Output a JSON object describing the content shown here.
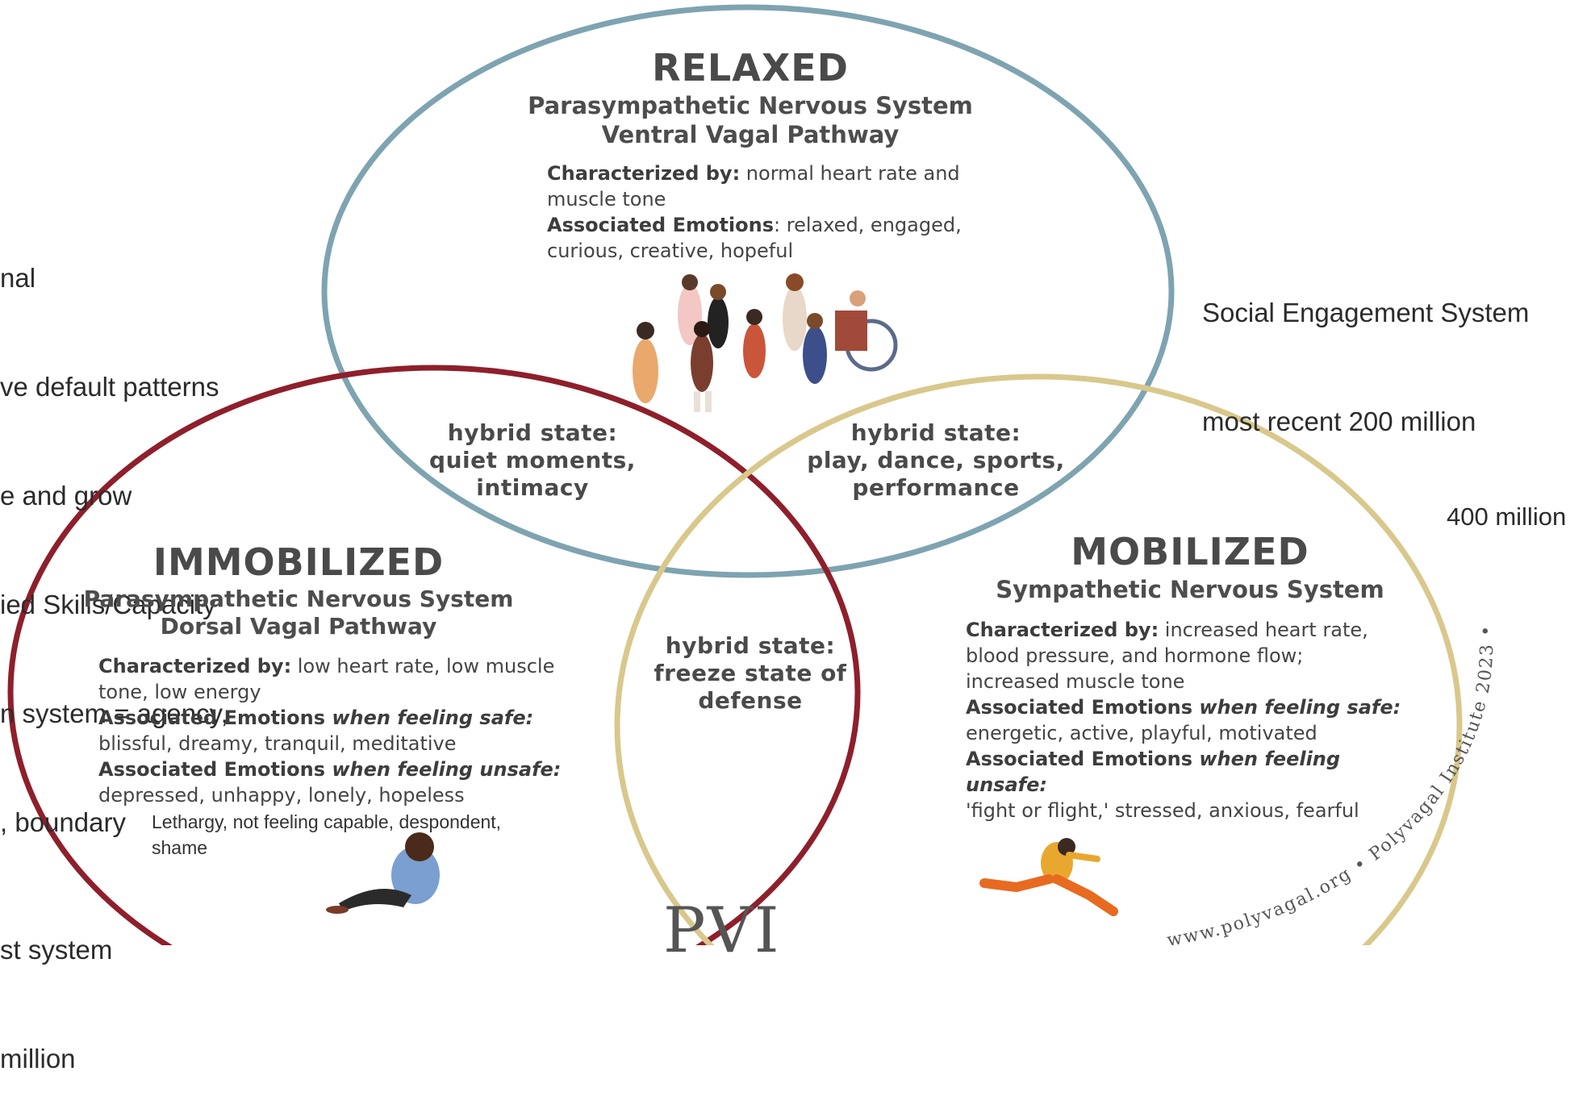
{
  "left_note": [
    "nal",
    "ve default patterns",
    "e and grow",
    "ied Skills/Capacity",
    "n system = agency,",
    ", boundary"
  ],
  "bottom_left_note": [
    "st system",
    "million"
  ],
  "right_note": {
    "line1": "Social Engagement System",
    "line2": "most recent 200 million"
  },
  "mobilized_age": "400 million",
  "relaxed": {
    "title": "RELAXED",
    "subtitle1": "Parasympathetic Nervous System",
    "subtitle2": "Ventral Vagal Pathway",
    "char_label": "Characterized by:",
    "char_text_a": " normal heart rate and",
    "char_text_b": "muscle tone",
    "emo_label": "Associated Emotions",
    "emo_text_a": ": relaxed, engaged,",
    "emo_text_b": "curious, creative, hopeful"
  },
  "immobilized": {
    "title": "IMMOBILIZED",
    "subtitle1": "Parasympathetic Nervous System",
    "subtitle2": "Dorsal Vagal Pathway",
    "char_label": "Characterized by:",
    "char_text_a": " low heart rate, low muscle",
    "char_text_b": "tone, low energy",
    "safe_label": "Associated Emotions ",
    "safe_em": "when feeling safe:",
    "safe_text": "blissful, dreamy, tranquil, meditative",
    "unsafe_label": "Associated Emotions ",
    "unsafe_em": "when feeling unsafe:",
    "unsafe_text": "depressed, unhappy, lonely, hopeless",
    "added_note_a": "Lethargy, not feeling capable, despondent,",
    "added_note_b": "shame"
  },
  "mobilized": {
    "title": "MOBILIZED",
    "subtitle": "Sympathetic Nervous System",
    "char_label": "Characterized by:",
    "char_text_a": " increased heart rate,",
    "char_text_b": "blood pressure, and hormone flow;",
    "char_text_c": "increased muscle tone",
    "safe_label": "Associated Emotions ",
    "safe_em": "when feeling safe:",
    "safe_text": "energetic, active, playful, motivated",
    "unsafe_label": "Associated Emotions ",
    "unsafe_em": "when feeling unsafe:",
    "unsafe_text": "'fight or flight,' stressed, anxious, fearful"
  },
  "hybrid_left": {
    "line1": "hybrid state:",
    "line2": "quiet moments,",
    "line3": "intimacy"
  },
  "hybrid_right": {
    "line1": "hybrid state:",
    "line2": "play, dance, sports,",
    "line3": "performance"
  },
  "hybrid_center": {
    "line1": "hybrid state:",
    "line2": "freeze state of",
    "line3": "defense"
  },
  "watermark": "www.polyvagal.org • Polyvagal Institute 2023 •",
  "logo": "PVI",
  "colors": {
    "relaxed_ring": "#7ea3b1",
    "immobilized_ring": "#8e1f2b",
    "mobilized_ring": "#d9c88c"
  }
}
